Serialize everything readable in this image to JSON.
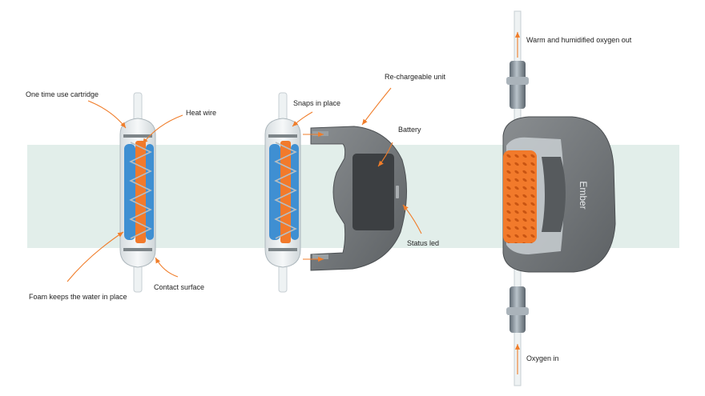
{
  "labels": {
    "cartridge": "One time use cartridge",
    "heat_wire": "Heat wire",
    "foam": "Foam keeps the water in place",
    "contact": "Contact surface",
    "snaps": "Snaps in place",
    "rechargeable": "Re-chargeable unit",
    "battery": "Battery",
    "status_led": "Status led",
    "oxygen_out": "Warm and humidified oxygen out",
    "oxygen_in": "Oxygen in",
    "brand": "Ember"
  },
  "colors": {
    "band": "#e2eeea",
    "arrow": "#f07d2a",
    "foam_blue": "#3f8fd2",
    "heat_orange": "#f27a2b",
    "unit_gray": "#6e7275",
    "battery": "#3c3f42"
  }
}
